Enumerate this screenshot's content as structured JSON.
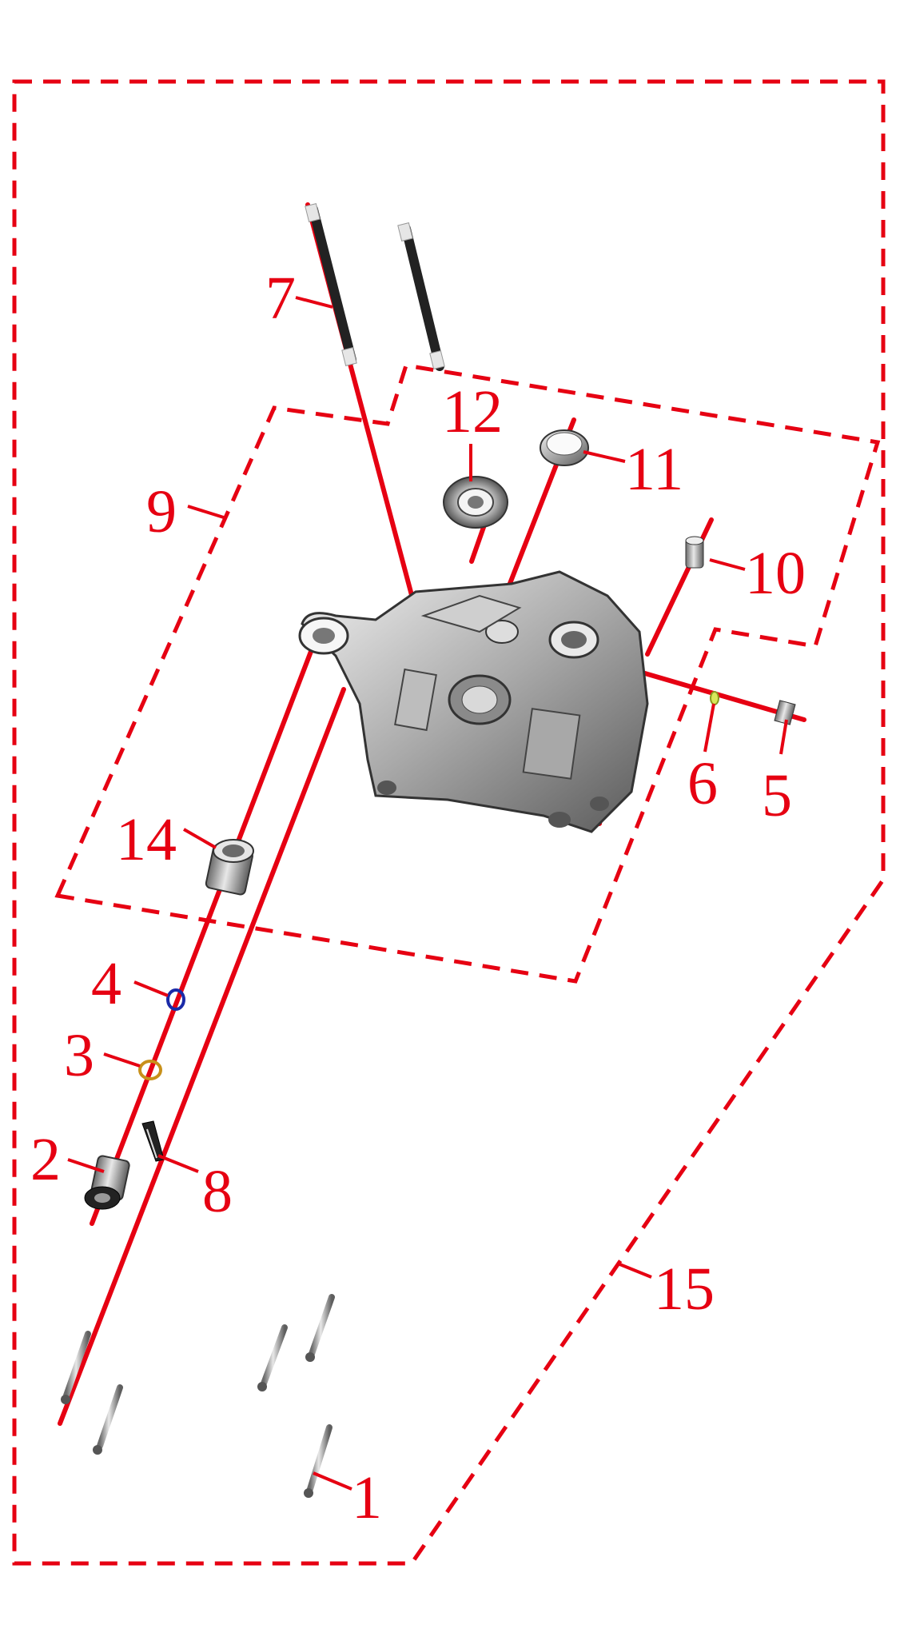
{
  "diagram": {
    "accent_color": "#e60012",
    "callouts": [
      {
        "id": "1",
        "label": "1"
      },
      {
        "id": "2",
        "label": "2"
      },
      {
        "id": "3",
        "label": "3"
      },
      {
        "id": "4",
        "label": "4"
      },
      {
        "id": "5",
        "label": "5"
      },
      {
        "id": "6",
        "label": "6"
      },
      {
        "id": "7",
        "label": "7"
      },
      {
        "id": "8",
        "label": "8"
      },
      {
        "id": "9",
        "label": "9"
      },
      {
        "id": "10",
        "label": "10"
      },
      {
        "id": "11",
        "label": "11"
      },
      {
        "id": "12",
        "label": "12"
      },
      {
        "id": "14",
        "label": "14"
      },
      {
        "id": "15",
        "label": "15"
      }
    ]
  }
}
